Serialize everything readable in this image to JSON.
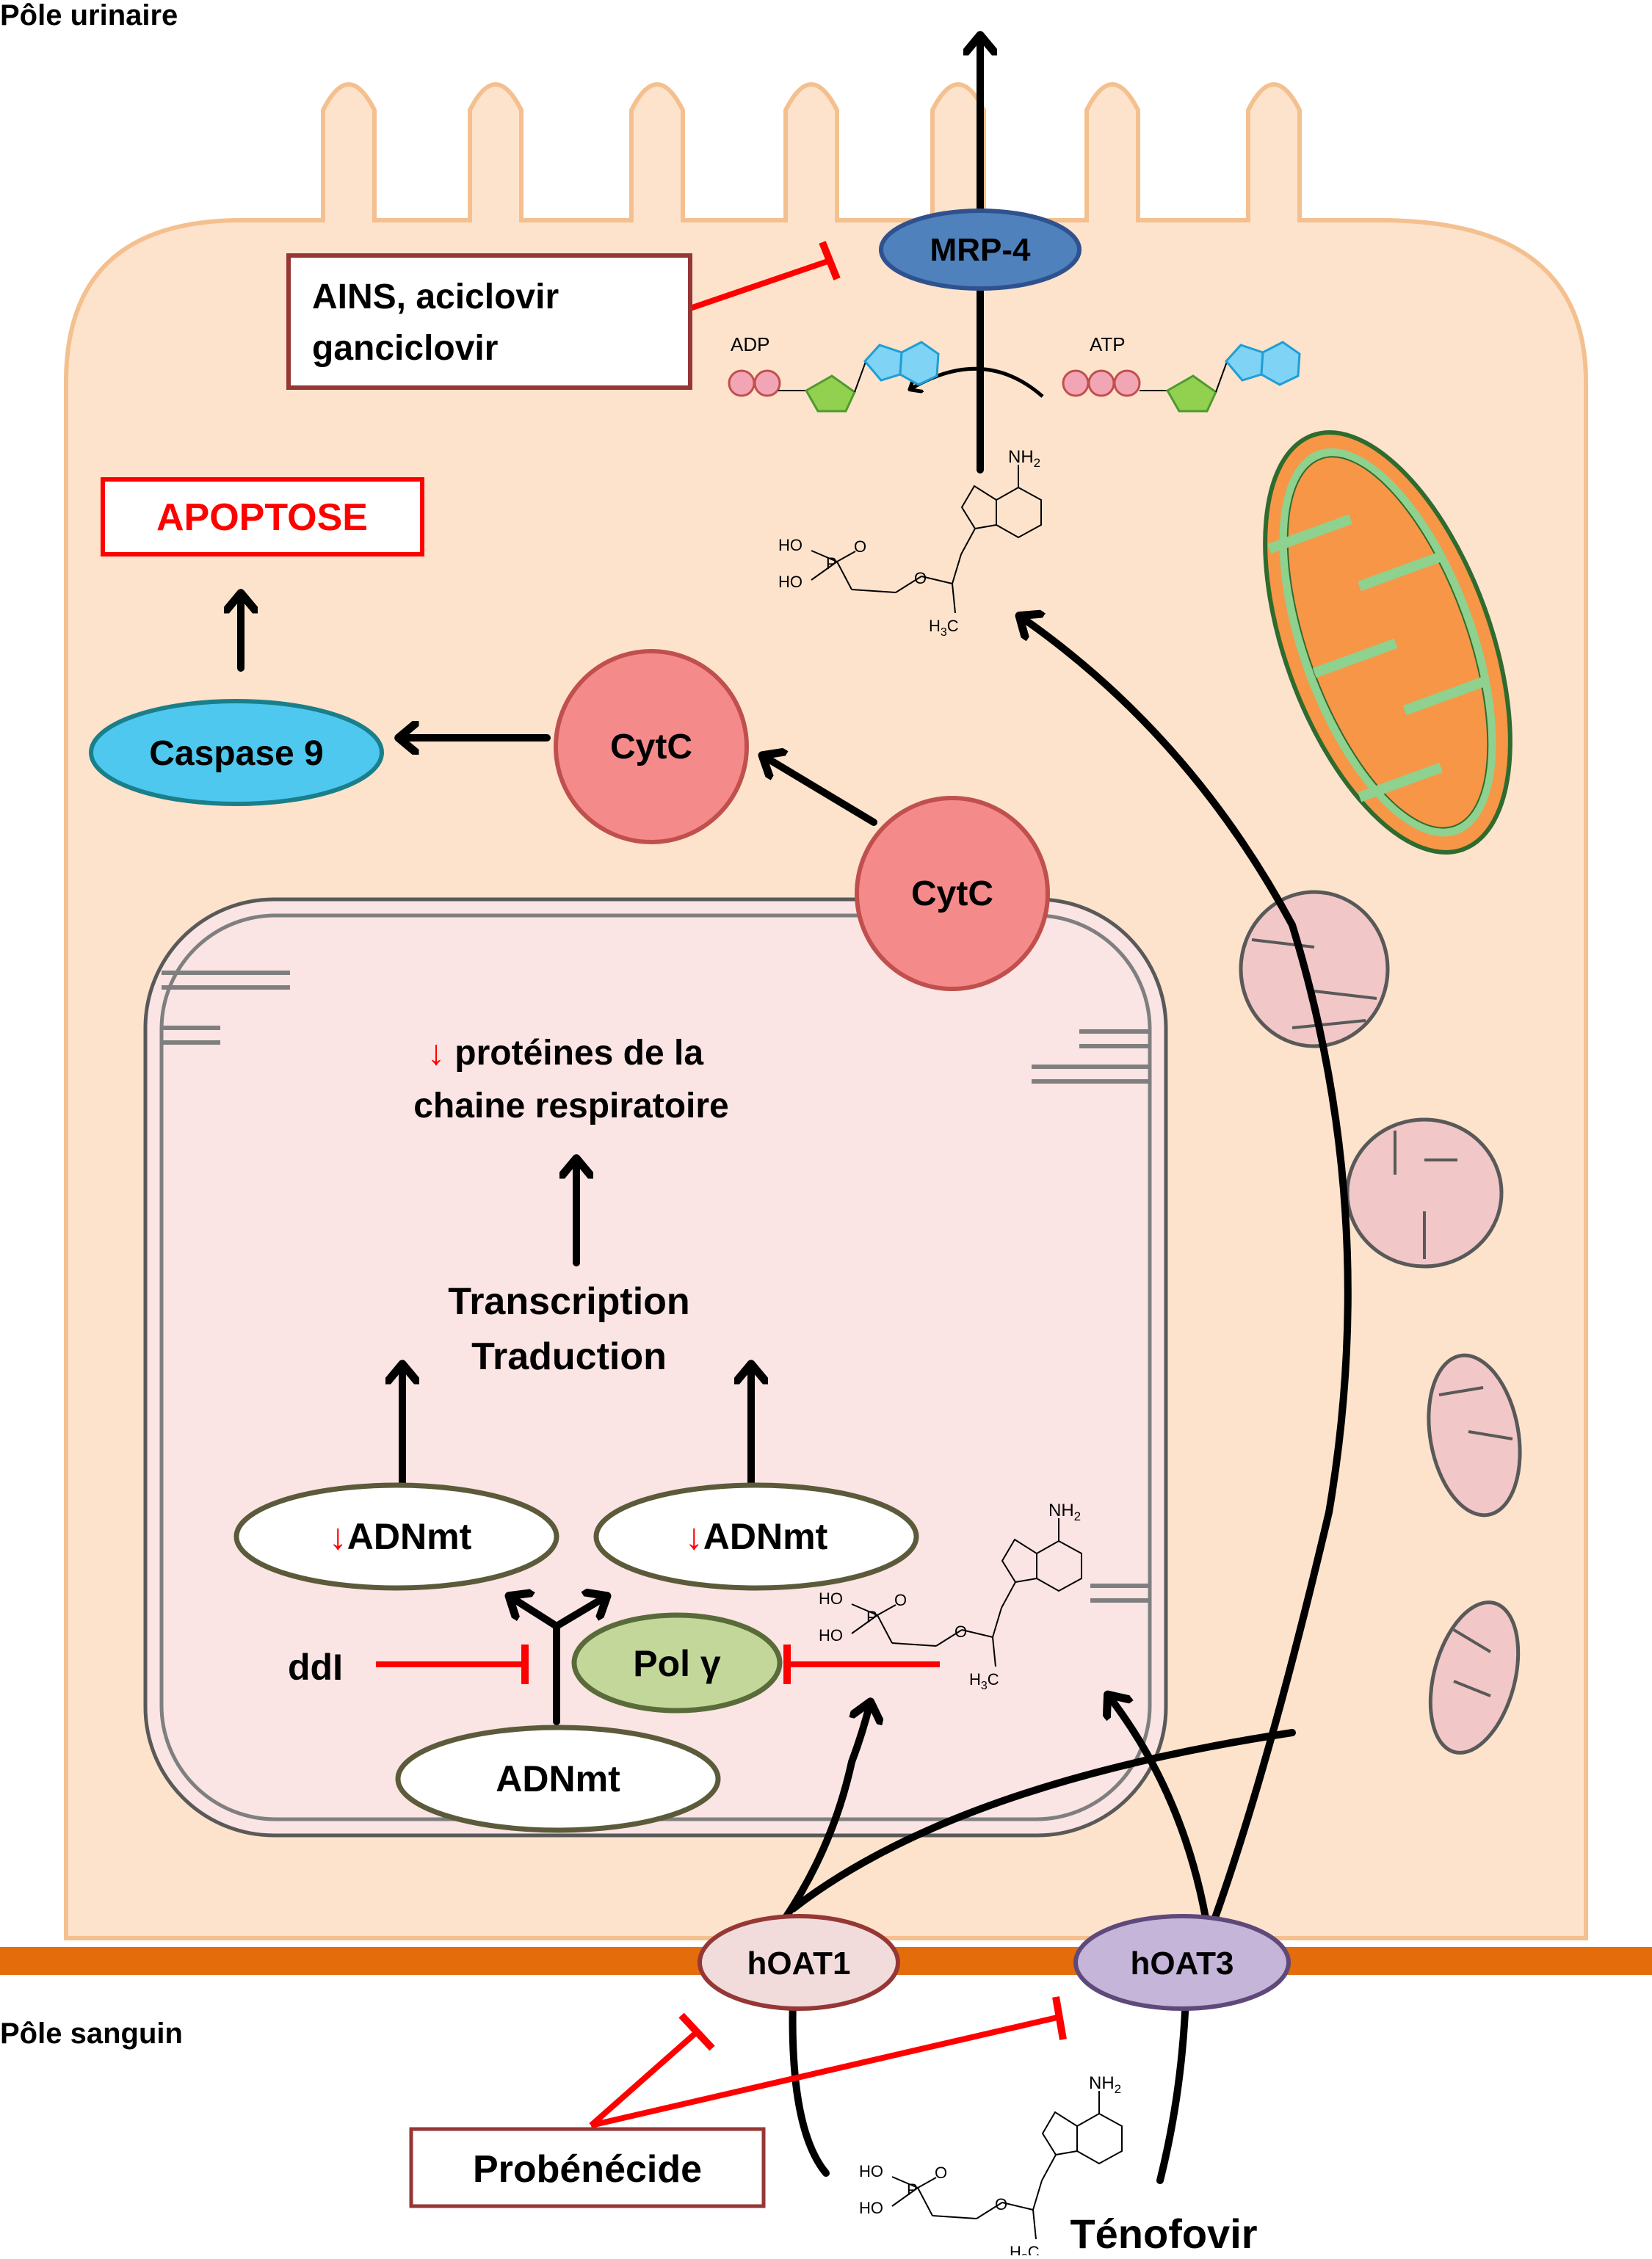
{
  "poles": {
    "urinary": "Pôle urinaire",
    "blood": "Pôle sanguin"
  },
  "transporters": {
    "efflux": "MRP-4",
    "influx_1": "hOAT1",
    "influx_3": "hOAT3"
  },
  "inhibitors": {
    "mrp4_line1": "AINS, aciclovir",
    "mrp4_line2": "ganciclovir",
    "oat": "Probénécide",
    "polg": "ddI"
  },
  "energy": {
    "adp": "ADP",
    "atp": "ATP"
  },
  "outcome": {
    "apoptose": "APOPTOSE",
    "caspase": "Caspase 9",
    "cytc_cytosol": "CytC",
    "cytc_membrane": "CytC"
  },
  "mito": {
    "proteins_arrow": "↓",
    "proteins_line1": " protéines de la",
    "proteins_line2": "chaine respiratoire",
    "transcription": "Transcription",
    "traduction": "Traduction",
    "adnmt_left_arrow": "↓",
    "adnmt_left": "ADNmt",
    "adnmt_right_arrow": "↓",
    "adnmt_right": "ADNmt",
    "polg": "Pol γ",
    "adnmt_template": "ADNmt"
  },
  "drug": {
    "name": "Ténofovir"
  },
  "chem": {
    "nh2": "NH",
    "sub2": "2",
    "ho": "HO",
    "p": "P",
    "o": "O",
    "h3c": "H",
    "sub3": "3",
    "c": "C"
  },
  "colors": {
    "cell_fill": "#fde3cc",
    "cell_stroke": "#f4c08f",
    "membrane": "#e46c0a",
    "mito_matrix": "#fbe4e4",
    "inhibit": "#ff0000",
    "cytc": "#f58a8a",
    "caspase": "#4ec8ef",
    "mrp4": "#4f81bd",
    "hoat1": "#f2dcdb",
    "hoat3": "#c4b5d9",
    "polg": "#c4d79b"
  }
}
